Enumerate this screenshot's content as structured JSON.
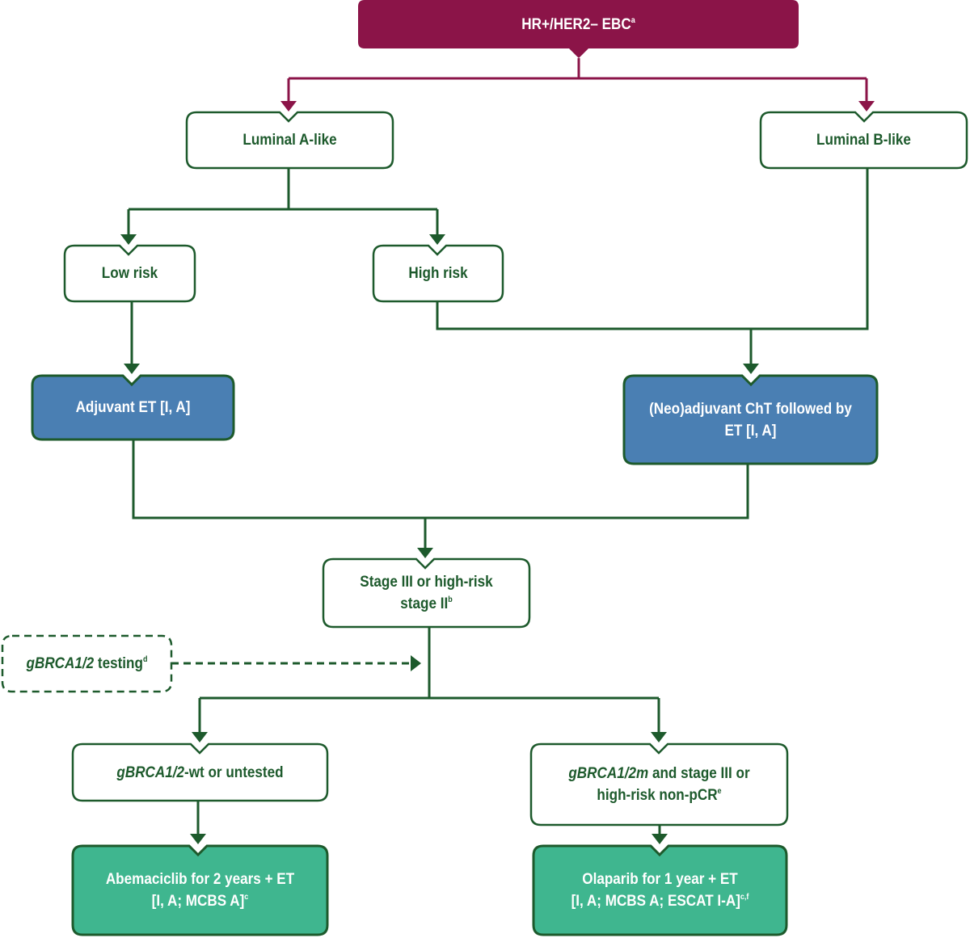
{
  "colors": {
    "root_fill": "#8b1448",
    "root_arrow": "#8b1448",
    "green_line": "#1d5a2c",
    "blue_fill": "#4a7fb3",
    "teal_fill": "#3fb68f"
  },
  "nodes": {
    "root": {
      "text": "HR+/HER2– EBC",
      "sup": "a"
    },
    "luminal_a": {
      "text": "Luminal A-like"
    },
    "luminal_b": {
      "text": "Luminal B-like"
    },
    "low_risk": {
      "text": "Low risk"
    },
    "high_risk": {
      "text": "High risk"
    },
    "adjuvant_et": {
      "text": "Adjuvant ET [I, A]"
    },
    "neoadjuvant": {
      "line1": "(Neo)adjuvant ChT followed by",
      "line2": "ET [I, A]"
    },
    "stage3": {
      "line1": "Stage III or high-risk",
      "line2": "stage II",
      "sup": "b"
    },
    "testing": {
      "italic": "gBRCA1/2",
      "text": " testing",
      "sup": "d"
    },
    "wt": {
      "italic": "gBRCA1/2",
      "text": "-wt or untested"
    },
    "mut": {
      "italic": "gBRCA1/2m",
      "text": " and stage III or",
      "line2": "high-risk non-pCR",
      "sup": "e"
    },
    "abemaciclib": {
      "line1": "Abemaciclib for 2 years + ET",
      "line2": "[I, A; MCBS A]",
      "sup": "c"
    },
    "olaparib": {
      "line1": "Olaparib for 1 year + ET",
      "line2": "[I, A; MCBS A; ESCAT I-A]",
      "sup": "c,f"
    }
  }
}
